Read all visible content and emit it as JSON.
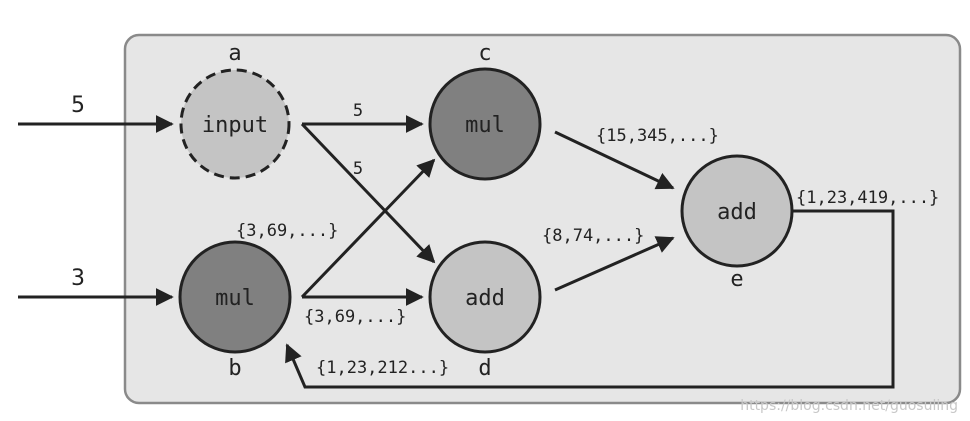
{
  "diagram": {
    "nodes": [
      {
        "id": "a",
        "name": "a",
        "op": "input"
      },
      {
        "id": "b",
        "name": "b",
        "op": "mul"
      },
      {
        "id": "c",
        "name": "c",
        "op": "mul"
      },
      {
        "id": "d",
        "name": "d",
        "op": "add"
      },
      {
        "id": "e",
        "name": "e",
        "op": "add"
      }
    ],
    "inputs": {
      "a": "5",
      "b": "3"
    },
    "edges": {
      "a_to_c": "5",
      "a_to_d": "5",
      "b_to_c": "{3,69,...}",
      "b_to_d": "{3,69,...}",
      "c_to_e": "{15,345,...}",
      "d_to_e": "{8,74,...}",
      "e_out": "{1,23,419,...}",
      "e_to_b": "{1,23,212...}"
    },
    "colors": {
      "panel": "#e6e6e6",
      "panel_border": "#8a8a8a",
      "dark_node": "#808080",
      "light_node": "#c4c4c4",
      "stroke": "#222222"
    }
  },
  "watermark": "https://blog.csdn.net/guosuling"
}
